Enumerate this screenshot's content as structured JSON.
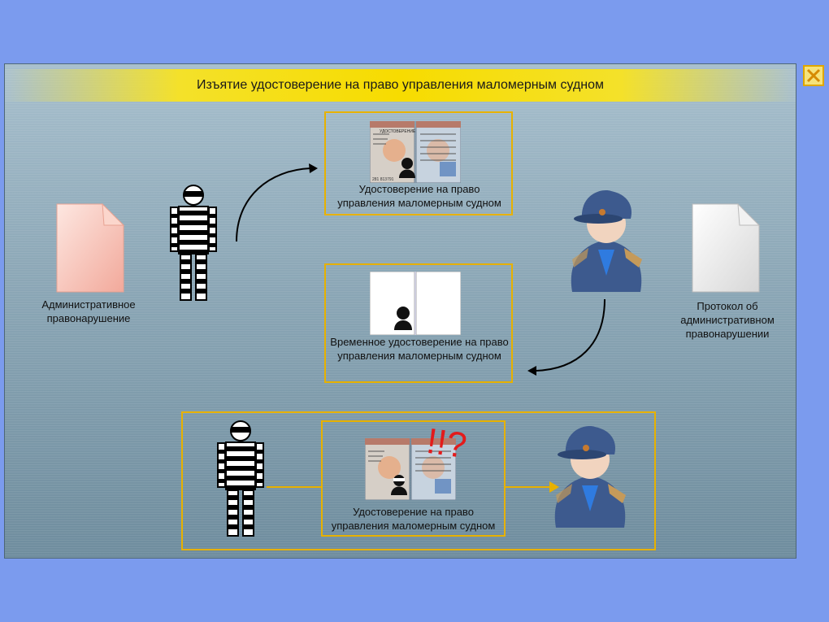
{
  "title": "Изъятие удостоверение на право управления маломерным судном",
  "close_icon": "close-icon",
  "left_doc": {
    "label": "Административное правонарушение",
    "icon": "document-icon",
    "color": "#f6c7bd"
  },
  "right_doc": {
    "label": "Протокол об административном правонарушении",
    "icon": "document-icon",
    "color": "#e6e6e6"
  },
  "box_top": {
    "label": "Удостоверение на право управления маломерным судном",
    "icon": "license-icon"
  },
  "box_middle": {
    "label": "Временное удостоверение на право управления маломерным судном",
    "icon": "temporary-license-icon"
  },
  "box_bottom": {
    "label": "Удостоверение на право управления маломерным судном",
    "icon": "license-icon",
    "marks": "!!?"
  },
  "license": {
    "header": "УДОСТОВЕРЕНИЕ",
    "number": "281 813791"
  },
  "colors": {
    "accent_border": "#e7b100",
    "title_bar": "#f7dc00",
    "background": "#7b9bee",
    "officer": "#3d5a8e"
  }
}
